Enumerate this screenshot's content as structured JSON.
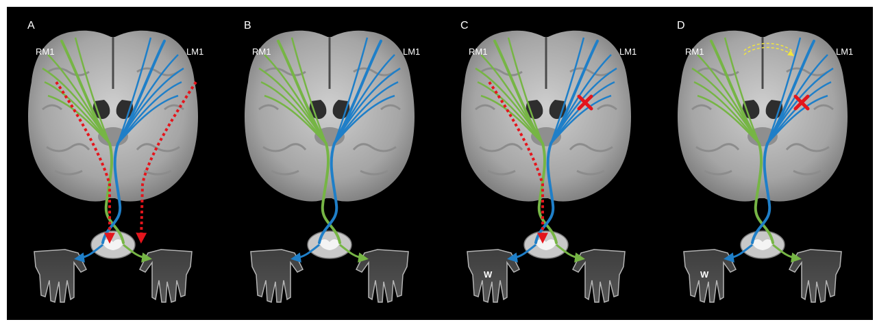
{
  "panels": [
    {
      "letter": "A",
      "rm1": "RM1",
      "lm1": "LM1",
      "palm": ""
    },
    {
      "letter": "B",
      "rm1": "RM1",
      "lm1": "LM1",
      "palm": ""
    },
    {
      "letter": "C",
      "rm1": "RM1",
      "lm1": "LM1",
      "palm": "W"
    },
    {
      "letter": "D",
      "rm1": "RM1",
      "lm1": "LM1",
      "palm": "W"
    }
  ],
  "colors": {
    "right_tract": "#76b545",
    "left_tract": "#1f7fc8",
    "ipsilateral_path": "#e4151c",
    "lesion": "#e4151c",
    "callosal": "#f2e63c",
    "brain": "#a9a9a9",
    "hand": "#4a4a4a",
    "background": "#000000"
  },
  "icons": [
    "lesion-x-icon",
    "left-hand-icon",
    "right-hand-icon",
    "spinal-cord-icon"
  ]
}
